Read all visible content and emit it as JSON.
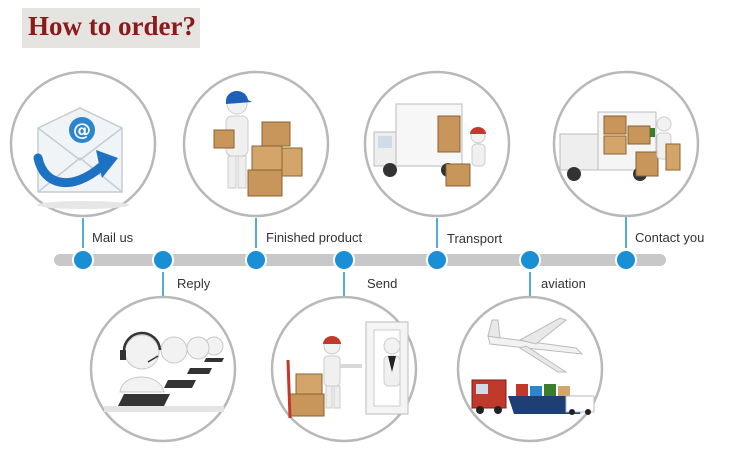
{
  "title": "How to order?",
  "steps_top": [
    {
      "label": "Mail us",
      "icon": "mail-icon"
    },
    {
      "label": "Finished product",
      "icon": "boxes-worker-icon"
    },
    {
      "label": "Transport",
      "icon": "truck-loading-icon"
    },
    {
      "label": "Contact you",
      "icon": "delivery-truck-icon"
    }
  ],
  "steps_bottom": [
    {
      "label": "Reply",
      "icon": "call-center-icon"
    },
    {
      "label": "Send",
      "icon": "door-delivery-icon"
    },
    {
      "label": "aviation",
      "icon": "plane-ship-truck-icon"
    }
  ],
  "colors": {
    "title": "#8b1a1a",
    "title_bg": "#e6e4e1",
    "line": "#c8c8c8",
    "dot": "#1a8fd6",
    "ring": "#b8b8b8",
    "box": "#c8955a"
  }
}
